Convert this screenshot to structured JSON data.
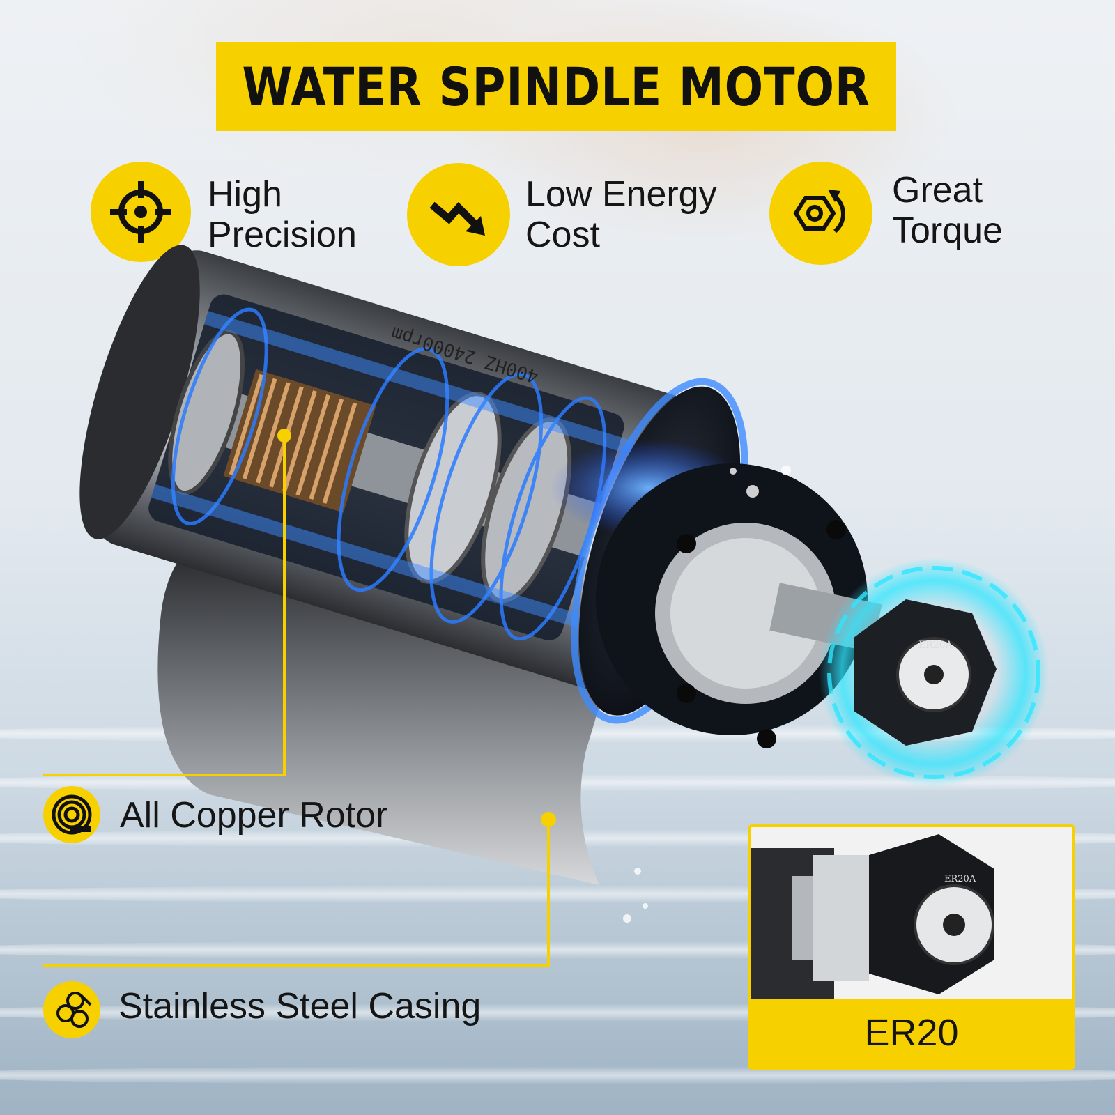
{
  "title": "WATER SPINDLE MOTOR",
  "features": [
    {
      "icon": "target-crosshair-icon",
      "line1": "High",
      "line2": "Precision"
    },
    {
      "icon": "trend-down-arrow-icon",
      "line1": "Low Energy",
      "line2": "Cost"
    },
    {
      "icon": "hex-nut-rotate-icon",
      "line1": "Great",
      "line2": "Torque"
    }
  ],
  "callouts": [
    {
      "icon": "copper-coil-icon",
      "label": "All Copper Rotor"
    },
    {
      "icon": "steel-pipes-icon",
      "label": "Stainless Steel Casing"
    }
  ],
  "motor": {
    "rating": "400HZ 24000rpm",
    "collet_mark": "ER20A"
  },
  "inset": {
    "collet_mark": "ER20A",
    "label": "ER20"
  },
  "colors": {
    "accent": "#f7d000",
    "glow": "#1a6dff",
    "text": "#151515"
  }
}
